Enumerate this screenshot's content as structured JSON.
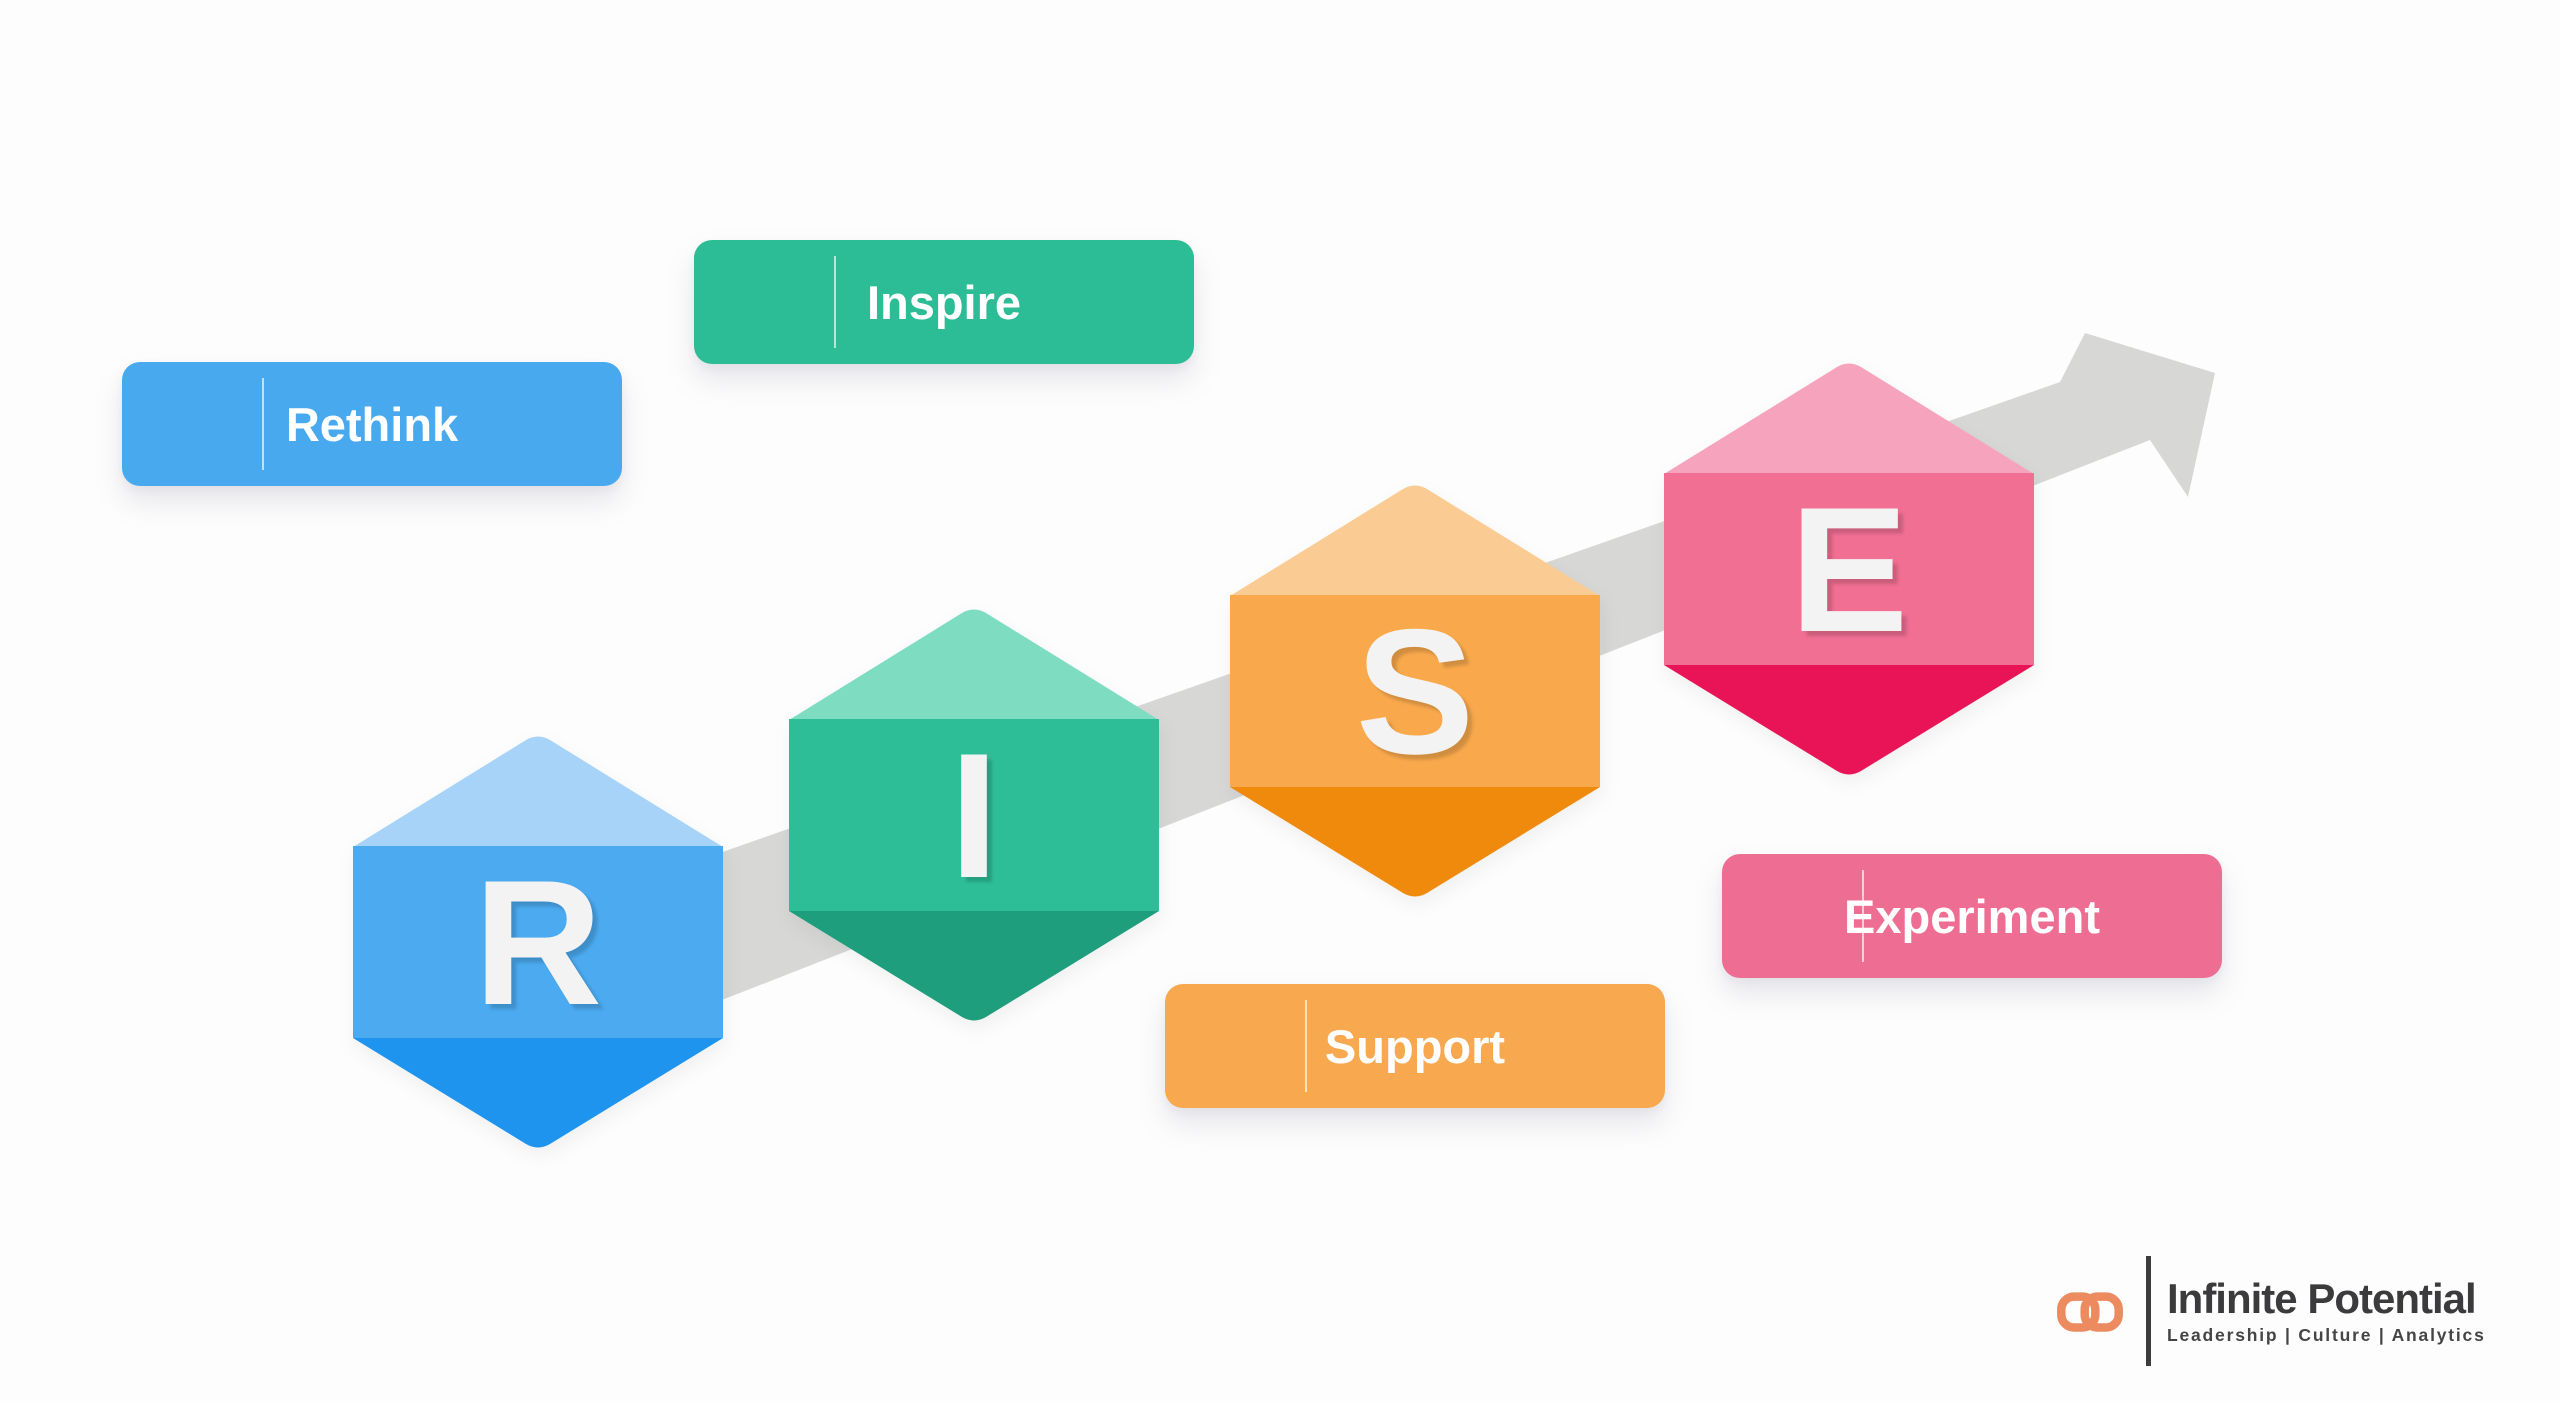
{
  "background_color": "#FDFDFD",
  "arrow": {
    "color": "#D7D7D6"
  },
  "steps": [
    {
      "letter": "R",
      "label": "Rethink",
      "hex_top": "#A7D3F8",
      "hex_mid": "#4BAAF0",
      "hex_bottom": "#1E94EE",
      "label_bg": "#49A9EE"
    },
    {
      "letter": "I",
      "label": "Inspire",
      "hex_top": "#7EDCC0",
      "hex_mid": "#2DBE97",
      "hex_bottom": "#1E9E7C",
      "label_bg": "#2DBD96"
    },
    {
      "letter": "S",
      "label": "Support",
      "hex_top": "#FACB92",
      "hex_mid": "#F9A94C",
      "hex_bottom": "#F08A0C",
      "label_bg": "#F8A84E"
    },
    {
      "letter": "E",
      "label": "Experiment",
      "hex_top": "#F6A4BD",
      "hex_mid": "#F06F92",
      "hex_bottom": "#E91457",
      "label_bg": "#EE6E93"
    }
  ],
  "logo": {
    "icon": "infinity-icon",
    "icon_color": "#EC8A60",
    "divider_color": "#3C3C3C",
    "company_name": "Infinite Potential",
    "name_color": "#3B3B3D",
    "tagline": "Leadership | Culture | Analytics",
    "tagline_color": "#454545"
  }
}
